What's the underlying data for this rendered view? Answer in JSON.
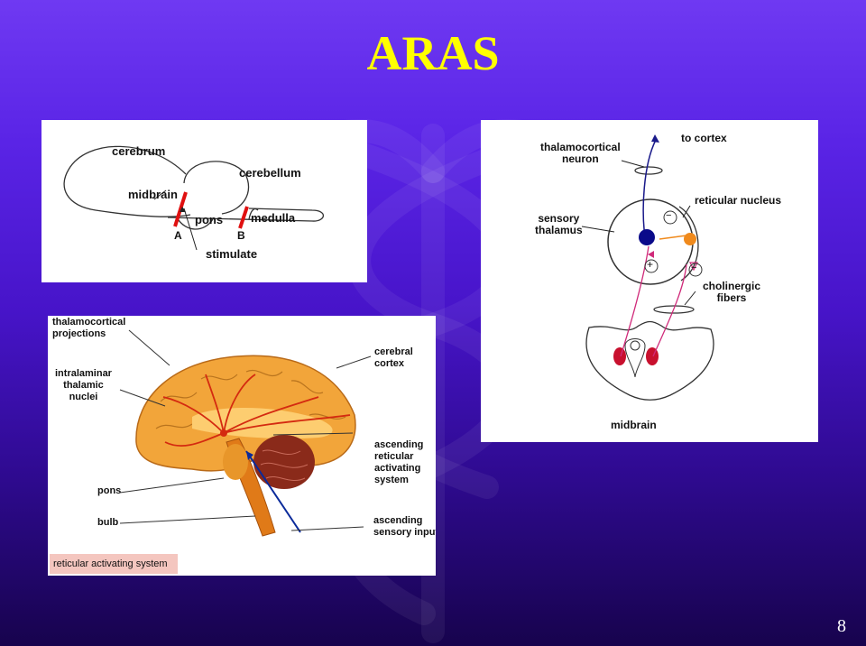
{
  "slide": {
    "title": "ARAS",
    "page_number": "8"
  },
  "figure_top_left": {
    "labels": {
      "cerebrum": "cerebrum",
      "cerebellum": "cerebellum",
      "midbrain": "midbrain",
      "pons": "pons",
      "medulla": "medulla",
      "cut_a": "A",
      "cut_b": "B",
      "stimulate": "stimulate"
    }
  },
  "figure_right": {
    "labels": {
      "to_cortex": "to cortex",
      "thalamocortical_neuron": "thalamocortical\nneuron",
      "sensory_thalamus": "sensory\nthalamus",
      "reticular_nucleus": "reticular nucleus",
      "cholinergic_fibers": "cholinergic\nfibers",
      "midbrain": "midbrain"
    },
    "signs": {
      "minus": "−",
      "plus": "+"
    }
  },
  "figure_bottom_left": {
    "labels": {
      "thalamocortical_projections": "thalamocortical\nprojections",
      "intralaminar_thalamic_nuclei": "intralaminar\nthalamic\nnuclei",
      "cerebral_cortex": "cerebral\ncortex",
      "ascending_reticular_activating_system": "ascending\nreticular\nactivating\nsystem",
      "pons": "pons",
      "bulb": "bulb",
      "ascending_sensory_inputs": "ascending\nsensory inputs",
      "caption": "reticular activating system"
    }
  },
  "colors": {
    "title": "#ffff00",
    "cut_line": "#e01010",
    "pathway": "#d42a10",
    "neuron_blue": "#0a0a8a",
    "neuron_orange": "#f08a1c",
    "caption_bg": "#f4c6bf"
  }
}
